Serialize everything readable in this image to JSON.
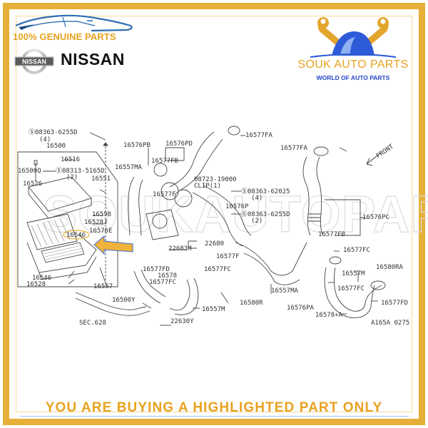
{
  "header": {
    "left_brand": {
      "tagline": "100% GENUINE PARTS",
      "badge_text": "NISSAN",
      "make": "NISSAN",
      "car_icon": "car-silhouette-icon"
    },
    "right_brand": {
      "title": "SOUK AUTO PARTS",
      "subtitle": "WORLD OF AUTO PARTS",
      "logo_icon": "wrench-dome-icon"
    }
  },
  "watermark": "SOUKAUTOPARTS",
  "diagram": {
    "highlighted_part": "16546",
    "labels": {
      "l_08363_6255d_4_a": "Ⓢ08363-6255D",
      "l_qty4_a": "(4)",
      "l_16500": "16500",
      "l_16516": "16516",
      "l_16500q": "16500Q",
      "l_08313": "Ⓢ08313-5165D",
      "l_qty2_a": "(2)",
      "l_16551": "16551",
      "l_16526": "16526",
      "l_16598": "16598",
      "l_16528j": "16528J",
      "l_16576e": "16576E",
      "l_16546_hl": "16546",
      "l_16546": "16546",
      "l_16528": "16528",
      "l_16557": "16557",
      "l_16576pb": "16576PB",
      "l_16576pd": "16576PD",
      "l_16577fa_a": "16577FA",
      "l_16557ma_a": "16557MA",
      "l_16577fb_a": "16577FB",
      "l_08723": "08723-19000",
      "l_clip": "CLIP(1)",
      "l_16577f_a": "16577F",
      "l_08363_62025": "Ⓢ08363-62025",
      "l_qty4_b": "(4)",
      "l_16576p": "16576P",
      "l_08363_6255d_2": "Ⓢ08363-6255D",
      "l_qty2_b": "(2)",
      "l_22683m": "22683M",
      "l_22680": "22680",
      "l_16577f_b": "16577F",
      "l_16577fa_b": "16577FA",
      "l_front": "FRONT",
      "l_16576pc": "16576PC",
      "l_16577fb_b": "16577FB",
      "l_16577fd_a": "16577FD",
      "l_16578": "16578",
      "l_16577fc_a": "16577FC",
      "l_16577fc_b": "16577FC",
      "l_16500y": "16500Y",
      "l_16557m_a": "16557M",
      "l_16580r": "16580R",
      "l_sec628": "SEC.628",
      "l_22630y": "22630Y",
      "l_16557ma_b": "16557MA",
      "l_16576pa": "16576PA",
      "l_16577fc_c": "16577FC",
      "l_16580ra": "16580RA",
      "l_16557m_b": "16557M",
      "l_16577fc_d": "16577FC",
      "l_16577fd_b": "16577FD",
      "l_16578a": "16578+A",
      "l_ref": "A165A 0275"
    }
  },
  "footer": {
    "notice": "YOU ARE BUYING A HIGHLIGHTED PART ONLY"
  },
  "colors": {
    "frame_gold": "#E6AF38",
    "accent_orange": "#E8A21F",
    "accent_blue": "#2647C7",
    "arrow_fill": "#F0B23A",
    "arrow_stroke": "#3B6FD6"
  }
}
